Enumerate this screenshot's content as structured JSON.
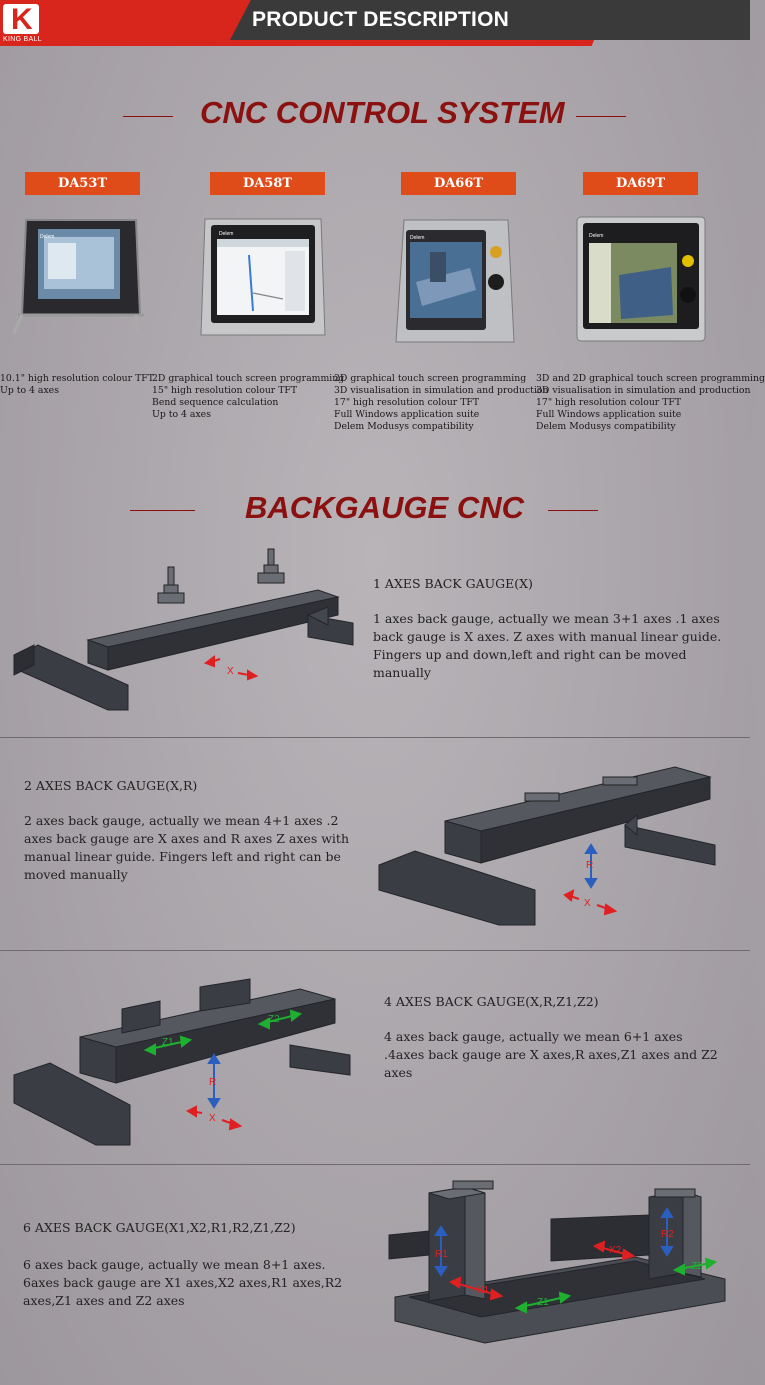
{
  "header": {
    "title": "PRODUCT DESCRIPTION",
    "logo_letter": "K",
    "logo_text": "KING BALL",
    "colors": {
      "red": "#d9261c",
      "dark": "#3a3a3a"
    }
  },
  "cnc": {
    "title": "CNC CONTROL SYSTEM",
    "models": [
      {
        "label": "DA53T",
        "features": [
          "10.1\" high resolution colour TFT",
          "Up to 4 axes"
        ]
      },
      {
        "label": "DA58T",
        "features": [
          "2D graphical touch screen programming",
          "15\" high resolution colour TFT",
          "Bend sequence calculation",
          "Up to 4 axes"
        ]
      },
      {
        "label": "DA66T",
        "features": [
          "2D graphical touch screen programming",
          "3D visualisation in simulation and production",
          "17\" high resolution colour TFT",
          "Full Windows application suite",
          "Delem Modusys compatibility"
        ]
      },
      {
        "label": "DA69T",
        "features": [
          "3D and 2D graphical touch screen programming",
          "3D visualisation in simulation and production",
          "17\" high resolution colour TFT",
          "Full Windows application suite",
          "Delem Modusys compatibility"
        ]
      }
    ],
    "screen_brand": "Delem"
  },
  "backgauge": {
    "title": "BACKGAUGE CNC",
    "items": [
      {
        "title": "1 AXES BACK GAUGE(X)",
        "text": "1 axes back gauge, actually we mean 3+1 axes .1 axes back gauge is X axes.  Z axes with manual linear guide. Fingers up and down,left and right can be moved manually",
        "axes": [
          "X"
        ]
      },
      {
        "title": "2 AXES BACK GAUGE(X,R)",
        "text": "2 axes back gauge, actually we mean 4+1 axes .2 axes back gauge are X axes and R axes  Z axes with manual linear guide. Fingers left and right can be moved manually",
        "axes": [
          "R",
          "X"
        ]
      },
      {
        "title": "4 AXES BACK GAUGE(X,R,Z1,Z2)",
        "text": "4 axes back gauge, actually we mean 6+1 axes .4axes back gauge are X axes,R axes,Z1 axes and Z2 axes",
        "axes": [
          "Z1",
          "Z2",
          "R",
          "X"
        ]
      },
      {
        "title": "6 AXES BACK GAUGE(X1,X2,R1,R2,Z1,Z2)",
        "text": "6 axes back gauge, actually we mean 8+1 axes. 6axes back gauge are X1 axes,X2 axes,R1 axes,R2 axes,Z1 axes and Z2 axes",
        "axes": [
          "R1",
          "R2",
          "X2",
          "X1",
          "Z1",
          "Z2"
        ]
      }
    ]
  }
}
